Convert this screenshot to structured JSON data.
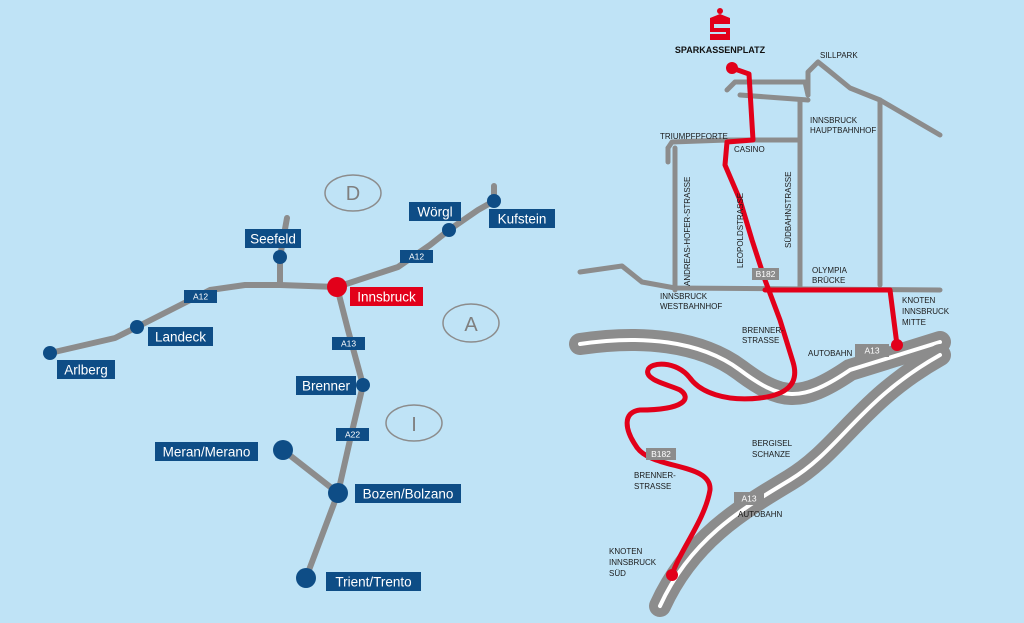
{
  "colors": {
    "background": "#bfe3f6",
    "road": "#8c8c8c",
    "route": "#e2001a",
    "label_box": "#0e4d86",
    "node": "#0e4d86",
    "highway_inner": "#ffffff"
  },
  "overview": {
    "countries": {
      "germany": "D",
      "austria": "A",
      "italy": "I"
    },
    "cities": {
      "arlberg": "Arlberg",
      "landeck": "Landeck",
      "seefeld": "Seefeld",
      "innsbruck": "Innsbruck",
      "woergl": "Wörgl",
      "kufstein": "Kufstein",
      "brenner": "Brenner",
      "meran": "Meran/Merano",
      "bozen": "Bozen/Bolzano",
      "trient": "Trient/Trento"
    },
    "roads": {
      "a12_west": "A12",
      "a12_east": "A12",
      "a13": "A13",
      "a22": "A22"
    }
  },
  "detail": {
    "brand_icon": "sparkasse-logo-icon",
    "brand_label": "SPARKASSENPLATZ",
    "streets": {
      "sillpark": "SILLPARK",
      "hbf_1": "INNSBRUCK",
      "hbf_2": "HAUPTBAHNHOF",
      "triumphpforte": "TRIUMPFPFORTE",
      "casino": "CASINO",
      "andreas_hofer": "ANDREAS-HOFER-STRASSE",
      "leopold": "LEOPOLDSTRASSE",
      "suedbahn": "SÜDBAHNSTRASSE",
      "olympia_1": "OLYMPIA",
      "olympia_2": "BRÜCKE",
      "west_1": "INNSBRUCK",
      "west_2": "WESTBAHNHOF",
      "knoten_mitte_1": "KNOTEN",
      "knoten_mitte_2": "INNSBRUCK",
      "knoten_mitte_3": "MITTE",
      "brenner_upper_1": "BRENNER-",
      "brenner_upper_2": "STRASSE",
      "autobahn_upper": "AUTOBAHN",
      "bergisel_1": "BERGISEL",
      "bergisel_2": "SCHANZE",
      "brenner_lower_1": "BRENNER-",
      "brenner_lower_2": "STRASSE",
      "autobahn_lower": "AUTOBAHN",
      "knoten_sued_1": "KNOTEN",
      "knoten_sued_2": "INNSBRUCK",
      "knoten_sued_3": "SÜD"
    },
    "road_tags": {
      "b182_upper": "B182",
      "a13_upper": "A13",
      "b182_lower": "B182",
      "a13_lower": "A13"
    }
  }
}
